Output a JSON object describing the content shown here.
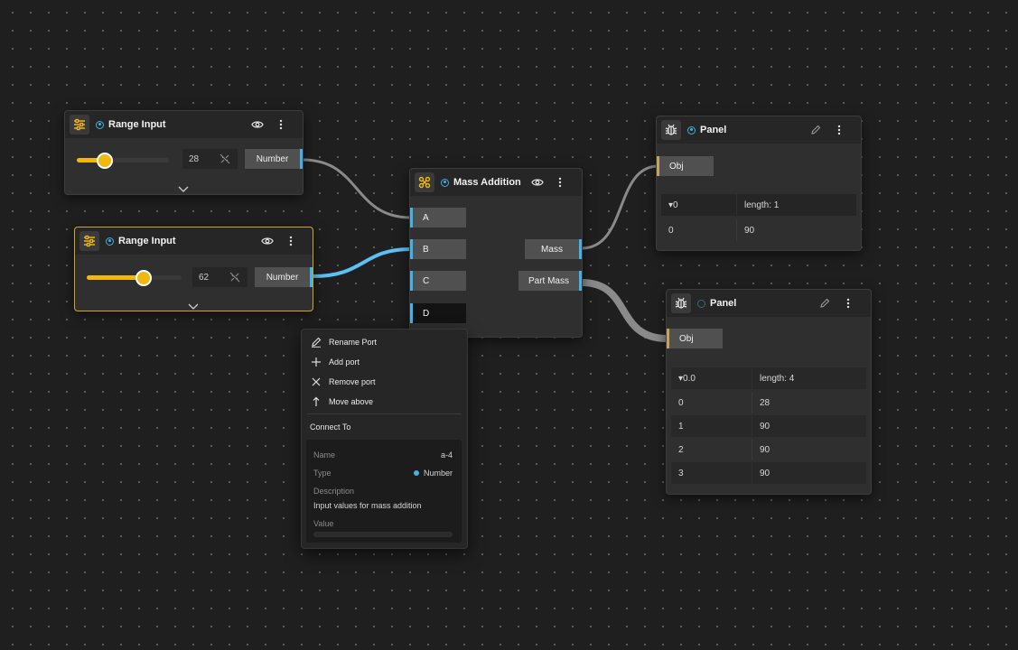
{
  "colors": {
    "accent": "#46b1e8",
    "slider": "#f1b80e",
    "obj_port": "#c9a15c",
    "selected_border": "#d3a51e"
  },
  "range_input_1": {
    "title": "Range Input",
    "value": "28",
    "output_label": "Number",
    "slider_fraction": 0.28
  },
  "range_input_2": {
    "title": "Range Input",
    "value": "62",
    "output_label": "Number",
    "slider_fraction": 0.62
  },
  "mass_addition": {
    "title": "Mass Addition",
    "inputs": [
      "A",
      "B",
      "C",
      "D"
    ],
    "outputs": [
      "Mass",
      "Part Mass"
    ]
  },
  "panel_1": {
    "title": "Panel",
    "port": "Obj",
    "header": [
      "▾0",
      "length: 1"
    ],
    "rows": [
      [
        "0",
        "90"
      ]
    ]
  },
  "panel_2": {
    "title": "Panel",
    "port": "Obj",
    "header": [
      "▾0.0",
      "length: 4"
    ],
    "rows": [
      [
        "0",
        "28"
      ],
      [
        "1",
        "90"
      ],
      [
        "2",
        "90"
      ],
      [
        "3",
        "90"
      ]
    ]
  },
  "context_menu": {
    "items": [
      "Rename Port",
      "Add port",
      "Remove port",
      "Move above"
    ],
    "section_title": "Connect To",
    "name_label": "Name",
    "name_value": "a-4",
    "type_label": "Type",
    "type_value": "Number",
    "description_label": "Description",
    "description_value": "Input values for mass addition",
    "value_label": "Value"
  }
}
